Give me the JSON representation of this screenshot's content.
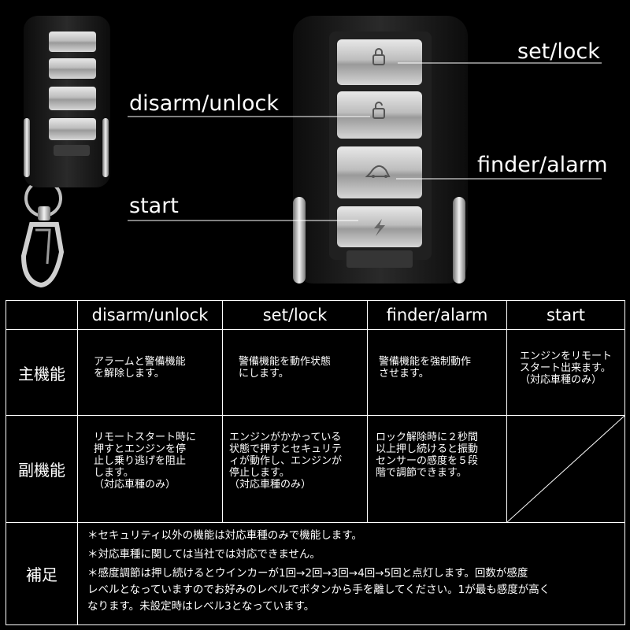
{
  "labels": {
    "set_lock": "set/lock",
    "disarm_unlock": "disarm/unlock",
    "finder_alarm": "finder/alarm",
    "start": "start"
  },
  "table": {
    "headers": [
      "",
      "disarm/unlock",
      "set/lock",
      "finder/alarm",
      "start"
    ],
    "rows": [
      {
        "label": "主機能",
        "cells": [
          "アラームと警備機能\nを解除します。",
          "警備機能を動作状態\nにします。",
          "警備機能を強制動作\nさせます。",
          "エンジンをリモート\nスタート出来ます。\n（対応車種のみ）"
        ]
      },
      {
        "label": "副機能",
        "cells": [
          "リモートスタート時に\n押すとエンジンを停\n止し乗り逃げを阻止\nします。\n（対応車種のみ）",
          "エンジンがかかっている\n状態で押すとセキュリテ\nィが動作し、エンジンが\n停止します。\n（対応車種のみ）",
          "ロック解除時に２秒間\n以上押し続けると振動\nセンサーの感度を５段\n階で調節できます。",
          ""
        ]
      }
    ],
    "notes_label": "補足",
    "notes": [
      "＊セキュリティ以外の機能は対応車種のみで機能します。",
      "＊対応車種に関しては当社では対応できません。",
      "＊感度調節は押し続けるとウインカーが1回→2回→3回→4回→5回と点灯します。回数が感度\nレベルとなっていますのでお好みのレベルでボタンから手を離してください。1が最も感度が高く\nなります。未設定時はレベル3となっています。"
    ]
  },
  "colors": {
    "background": "#000000",
    "text": "#ffffff",
    "remote_body": "#141414",
    "button_silver": "#c9c9c9",
    "chrome": "#d8d8d8"
  },
  "icons": [
    "lock-icon",
    "unlock-icon",
    "car-alarm-icon",
    "lightning-start-icon"
  ]
}
